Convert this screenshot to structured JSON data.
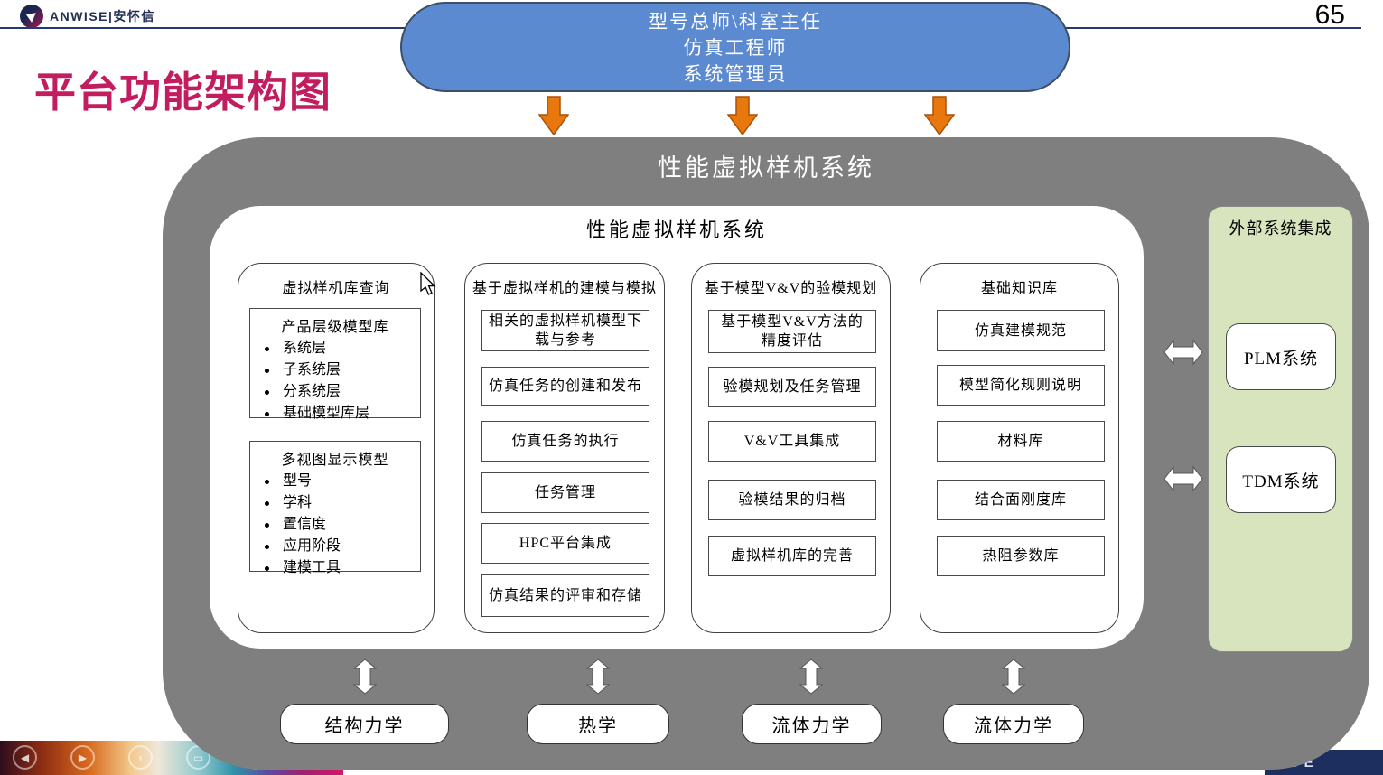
{
  "page": {
    "number": "65",
    "logo_text": "ANWISE|安怀信",
    "title": "平台功能架构图"
  },
  "roles_bubble": {
    "lines": [
      "型号总师\\科室主任",
      "仿真工程师",
      "系统管理员"
    ]
  },
  "outer_system": {
    "title": "性能虚拟样机系统"
  },
  "inner_system": {
    "title": "性能虚拟样机系统",
    "columns": [
      {
        "header": "虚拟样机库查询",
        "groups": [
          {
            "title": "产品层级模型库",
            "bullets": [
              "系统层",
              "子系统层",
              "分系统层",
              "基础模型库层"
            ]
          },
          {
            "title": "多视图显示模型",
            "bullets": [
              "型号",
              "学科",
              "置信度",
              "应用阶段",
              "建模工具"
            ]
          }
        ]
      },
      {
        "header": "基于虚拟样机的建模与模拟",
        "items": [
          "相关的虚拟样机模型下载与参考",
          "仿真任务的创建和发布",
          "仿真任务的执行",
          "任务管理",
          "HPC平台集成",
          "仿真结果的评审和存储"
        ]
      },
      {
        "header": "基于模型V&V的验模规划",
        "items": [
          "基于模型V&V方法的精度评估",
          "验模规划及任务管理",
          "V&V工具集成",
          "验模结果的归档",
          "虚拟样机库的完善"
        ]
      },
      {
        "header": "基础知识库",
        "items": [
          "仿真建模规范",
          "模型简化规则说明",
          "材料库",
          "结合面刚度库",
          "热阻参数库"
        ]
      }
    ]
  },
  "external_systems": {
    "title": "外部系统集成",
    "systems": [
      "PLM系统",
      "TDM系统"
    ]
  },
  "solvers": [
    "结构力学",
    "热学",
    "流体力学",
    "流体力学"
  ],
  "footer": {
    "partial_text": "GE",
    "icons": [
      "◀",
      "▶",
      "‹",
      "▭",
      "○",
      "⋯"
    ]
  },
  "colors": {
    "accent_magenta": "#c21d5e",
    "bubble_blue": "#5b8ad0",
    "arrow_orange": "#e8770e",
    "panel_gray": "#7f7f7f",
    "external_green": "#d8e4bd",
    "header_line_navy": "#223a6d",
    "footer_navy": "#1c2f5e"
  }
}
